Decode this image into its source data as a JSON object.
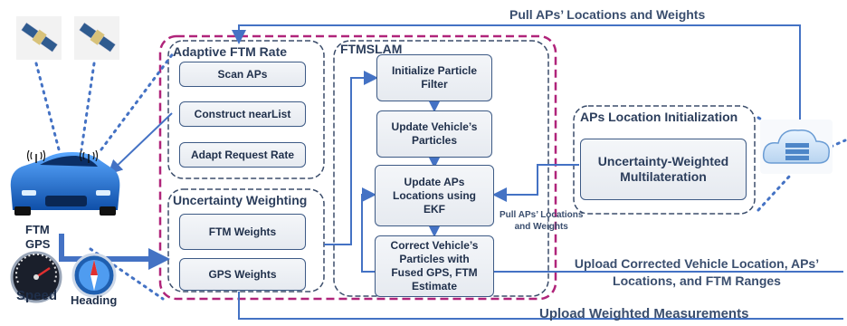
{
  "top_arrow_label": "Pull APs’ Locations and Weights",
  "sensors": {
    "ftm": "FTM",
    "gps": "GPS",
    "speed": "Speed",
    "heading": "Heading"
  },
  "adaptive_ftm": {
    "title": "Adaptive FTM Rate",
    "steps": [
      "Scan APs",
      "Construct nearList",
      "Adapt Request Rate"
    ]
  },
  "uncertainty_weighting": {
    "title": "Uncertainty Weighting",
    "items": [
      "FTM Weights",
      "GPS Weights"
    ]
  },
  "ftmslam": {
    "title": "FTMSLAM",
    "steps": [
      "Initialize Particle\nFilter",
      "Update Vehicle’s\nParticles",
      "Update APs\nLocations using\nEKF",
      "Correct Vehicle’s\nParticles with\nFused GPS,  FTM\nEstimate"
    ]
  },
  "aps_init": {
    "title": "APs Location Initialization",
    "box": "Uncertainty-Weighted\nMultilateration"
  },
  "side_label": "Pull APs’ Locations\nand Weights",
  "upload_corrected": "Upload Corrected Vehicle Location, APs’\nLocations, and FTM Ranges",
  "upload_weighted": "Upload Weighted Measurements",
  "colors": {
    "arrow": "#4472c4",
    "outer_dash": "#b0247a",
    "group_dash": "#3b4d6b",
    "car": "#1e73d8"
  }
}
